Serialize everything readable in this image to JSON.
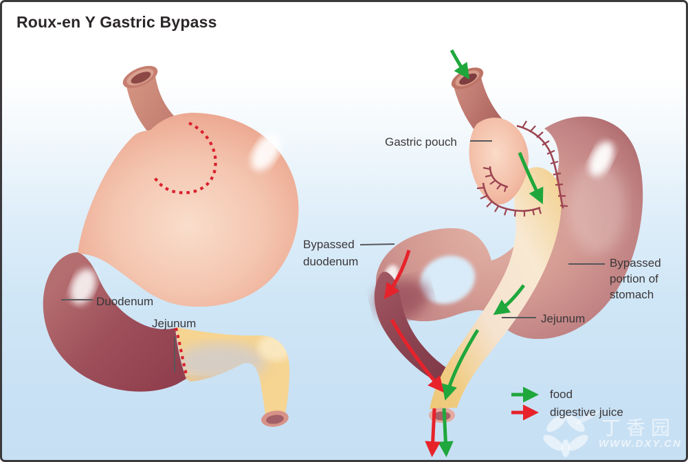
{
  "title": "Roux-en Y Gastric Bypass",
  "left_figure": {
    "labels": {
      "duodenum": "Duodenum",
      "jejunum": "Jejunum"
    }
  },
  "right_figure": {
    "labels": {
      "gastric_pouch": "Gastric pouch",
      "bypassed_duodenum": "Bypassed\nduodenum",
      "bypassed_portion_of_stomach": "Bypassed\nportion of\nstomach",
      "jejunum": "Jejunum"
    }
  },
  "legend": {
    "items": [
      {
        "label": "food",
        "color": "#1fa73c"
      },
      {
        "label": "digestive juice",
        "color": "#e7222b"
      }
    ]
  },
  "watermark": {
    "site_name": "丁香园",
    "site_url": "WWW.DXY.CN"
  },
  "colors": {
    "arrow-green": "#1fa73c",
    "arrow-red": "#e7222b",
    "suture": "#9c4351",
    "cut-line": "#d9202c",
    "leader-line": "#55565a",
    "label-text": "#3a3638",
    "title-text": "#2b2728"
  }
}
